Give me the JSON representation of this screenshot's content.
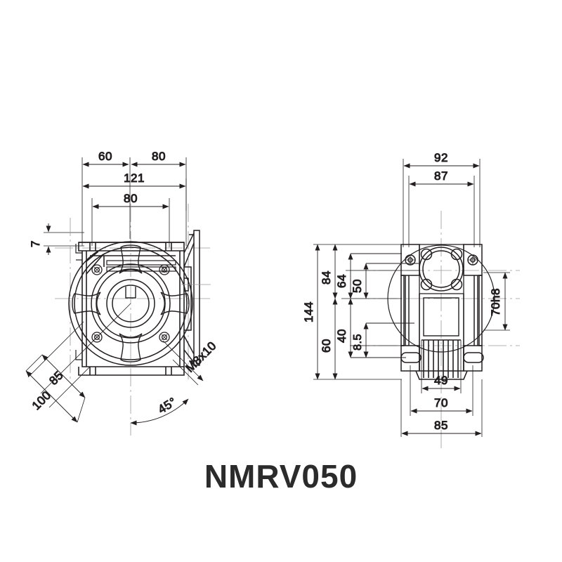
{
  "drawing": {
    "title": "NMRV050",
    "type": "engineering-dimension-drawing",
    "subject": "NMRV050 worm gear speed reducer gearbox",
    "units": "mm",
    "line_color": "#231f20",
    "centerline_color": "#8f8f8f",
    "background": "#ffffff"
  },
  "views": {
    "left": {
      "name": "side-view",
      "description": "Side elevation showing output flange and input motor flange",
      "dimensions": {
        "top_left_segment": "60",
        "top_right_segment": "80",
        "overall_length": "121",
        "body_width": "80",
        "foot_thickness": "7",
        "diag_outer": "100",
        "diag_inner": "85",
        "angle": "45°",
        "thread": "M8x10"
      }
    },
    "right": {
      "name": "front-view",
      "description": "Front elevation showing mounting feet, output bore and cooling fins",
      "dimensions": {
        "overall_width": "92",
        "flange_width": "87",
        "total_height": "144",
        "height_to_axis_upper": "84",
        "height_64": "64",
        "height_50": "50",
        "height_below_axis": "60",
        "height_40": "40",
        "height_8_5": "8.5",
        "bore": "70h8",
        "fin_width": "49",
        "foot_hole_span": "70",
        "foot_width": "85"
      }
    }
  },
  "labels": {
    "d60": "60",
    "d80_top": "80",
    "d121": "121",
    "d80_body": "80",
    "d7": "7",
    "d100": "100",
    "d85_diag": "85",
    "d45": "45°",
    "m8x10": "M8x10",
    "d92": "92",
    "d87": "87",
    "d144": "144",
    "d84": "84",
    "d64": "64",
    "d50": "50",
    "d60r": "60",
    "d40": "40",
    "d8p5": "8.5",
    "d70h8": "70h8",
    "d49": "49",
    "d70": "70",
    "d85": "85"
  }
}
